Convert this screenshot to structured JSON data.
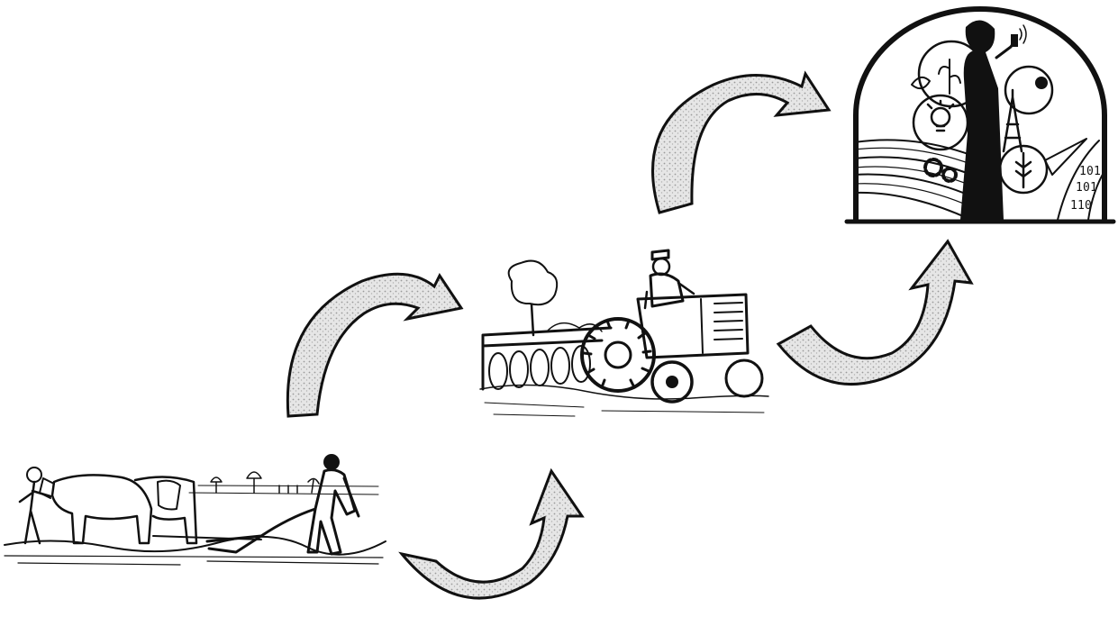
{
  "diagram": {
    "stages": [
      {
        "id": "ox-plough",
        "icon": "ox-plough-farming-icon"
      },
      {
        "id": "tractor",
        "icon": "tractor-farming-icon"
      },
      {
        "id": "digital-farming",
        "icon": "digital-smart-farming-icon"
      }
    ],
    "arrows": [
      {
        "from": "ox-plough",
        "to": "tractor",
        "icon": "curved-arrow-icon"
      },
      {
        "from": "ox-plough",
        "to": "tractor",
        "icon": "curved-arrow-icon"
      },
      {
        "from": "tractor",
        "to": "digital-farming",
        "icon": "curved-arrow-icon"
      },
      {
        "from": "tractor",
        "to": "digital-farming",
        "icon": "curved-arrow-icon"
      }
    ],
    "binary_digits": [
      "1",
      "0",
      "1",
      "1",
      "0",
      "1",
      "1",
      "1",
      "0"
    ],
    "colors": {
      "ink": "#111111",
      "arrow_shade": "#c9c9c9",
      "background": "#ffffff"
    }
  }
}
